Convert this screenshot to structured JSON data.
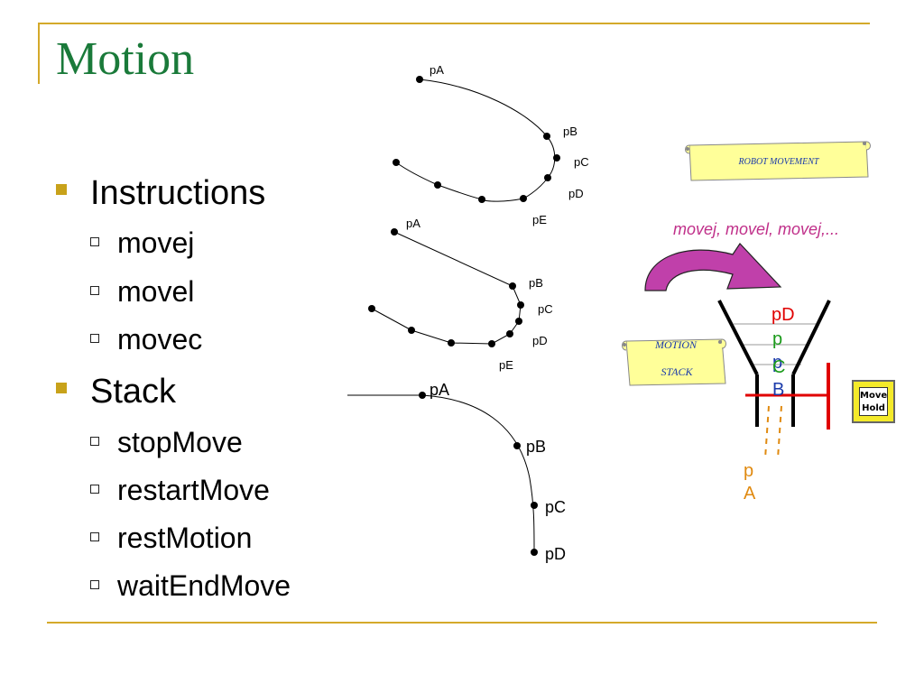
{
  "title": "Motion",
  "bullets": {
    "instructions": "Instructions",
    "instruction_items": [
      "movej",
      "movel",
      "movec"
    ],
    "stack": "Stack",
    "stack_items": [
      "stopMove",
      "restartMove",
      "restMotion",
      "waitEndMove"
    ]
  },
  "diagram": {
    "path1_labels": [
      "pA",
      "pB",
      "pC",
      "pD",
      "pE"
    ],
    "path2_labels": [
      "pA",
      "pB",
      "pC",
      "pD",
      "pE"
    ],
    "path3_labels": [
      "pA",
      "pB",
      "pC",
      "pD"
    ],
    "scroll_robot": "ROBOT MOVEMENT",
    "commands": "movej, movel, movej,...",
    "scroll_stack_line1": "MOTION",
    "scroll_stack_line2": "STACK",
    "stack_pd": "pD",
    "stack_pc_p": "p",
    "stack_pc_c": "C",
    "stack_pb_p": "p",
    "stack_pb_b": "B",
    "out_p": "p",
    "out_a": "A",
    "move_hold_line1": "Move",
    "move_hold_line2": "Hold"
  },
  "colors": {
    "title": "#1a7a3a",
    "frame": "#d4a92a",
    "arrow": "#b0309a",
    "commands": "#c0308a",
    "pd": "#e00000",
    "pc": "#1a9a1a",
    "pb": "#1a3aaa",
    "pa": "#e08a10",
    "scroll": "#ffff99",
    "stack_text": "#1a3aaa"
  }
}
